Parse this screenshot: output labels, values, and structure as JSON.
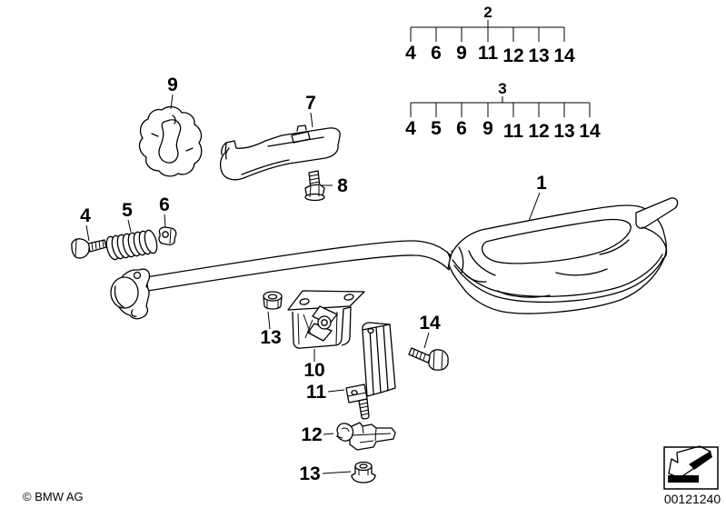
{
  "tree2": {
    "parent": "2",
    "items": [
      "4",
      "6",
      "9",
      "11",
      "12",
      "13",
      "14"
    ]
  },
  "tree3": {
    "parent": "3",
    "items": [
      "4",
      "5",
      "6",
      "9",
      "11",
      "12",
      "13",
      "14"
    ]
  },
  "parts": {
    "muffler": "1",
    "front_bolt": "4",
    "spring": "5",
    "front_nut": "6",
    "support_bracket": "7",
    "bracket_bolt": "8",
    "rubber_ring": "9",
    "mount_bracket": "10",
    "hanger": "11",
    "clamp": "12",
    "nut_top": "13",
    "nut_bottom": "13",
    "hanger_bolt": "14"
  },
  "footer": {
    "copyright": "© BMW AG",
    "drawing_number": "00121240"
  },
  "icons": {
    "nav": "diagonal-arrow-icon"
  },
  "colors": {
    "line": "#000000",
    "background": "#ffffff"
  }
}
